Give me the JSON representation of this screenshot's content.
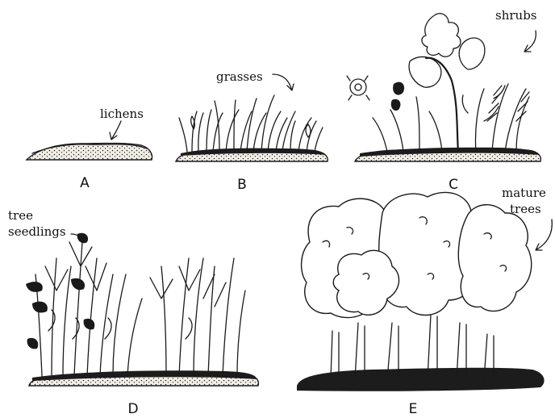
{
  "labels": {
    "lichens": "lichens",
    "grasses": "grasses",
    "shrubs": "shrubs",
    "tree_seedlings_line1": "tree",
    "tree_seedlings_line2": "seedlings",
    "mature_trees_line1": "mature",
    "mature_trees_line2": "trees"
  },
  "panels": {
    "a": "A",
    "b": "B",
    "c": "C",
    "d": "D",
    "e": "E"
  }
}
